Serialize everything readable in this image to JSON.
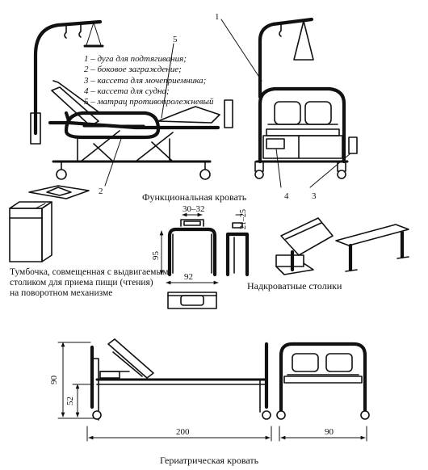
{
  "legend": {
    "items": [
      "1 – дуга для подтягивания;",
      "2 – боковое заграждение;",
      "3 – кассета для мочеприемника;",
      "4 – кассета для судна;",
      "5 – матрац противопролежневый"
    ]
  },
  "captions": {
    "functional_bed": "Функциональная кровать",
    "nightstand": [
      "Тумбочка, совмещенная с выдвигаемым",
      "столиком для приема пищи (чтения)",
      "на поворотном механизме"
    ],
    "overbed_tables": "Надкроватные столики",
    "geriatric_bed": "Гериатрическая кровать"
  },
  "callouts": {
    "one": "1",
    "two": "2",
    "three": "3",
    "four": "4",
    "five": "5"
  },
  "dimensions": {
    "table_top": "30–32",
    "table_height": "95",
    "table_width": "92",
    "table_side": "21–25",
    "bed_height": "90",
    "bed_seat": "52",
    "bed_length": "200",
    "bed_width": "90"
  }
}
